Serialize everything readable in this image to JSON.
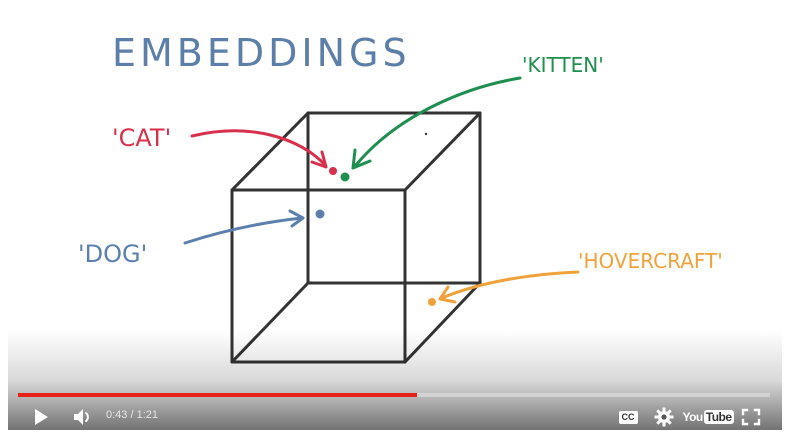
{
  "video": {
    "title": "EMBEDDINGS",
    "labels": {
      "cat": "'CAT'",
      "kitten": "'KITTEN'",
      "dog": "'DOG'",
      "hovercraft": "'HOVERCRAFT'"
    },
    "colors": {
      "title": "#5b7fa8",
      "cat": "#d8304a",
      "kitten": "#1e8f4e",
      "dog": "#5b80ad",
      "hovercraft": "#f0a23a",
      "cube": "#333333"
    }
  },
  "player": {
    "current_time": "0:43",
    "separator": " / ",
    "duration": "1:21",
    "progress_played": 0.53,
    "progress_loaded": 0.53,
    "captions_label": "CC",
    "logo_you": "You",
    "logo_tube": "Tube",
    "icons": [
      "play-icon",
      "volume-icon",
      "captions-icon",
      "settings-gear-icon",
      "youtube-logo-icon",
      "fullscreen-icon"
    ],
    "accent": "#e62117"
  }
}
